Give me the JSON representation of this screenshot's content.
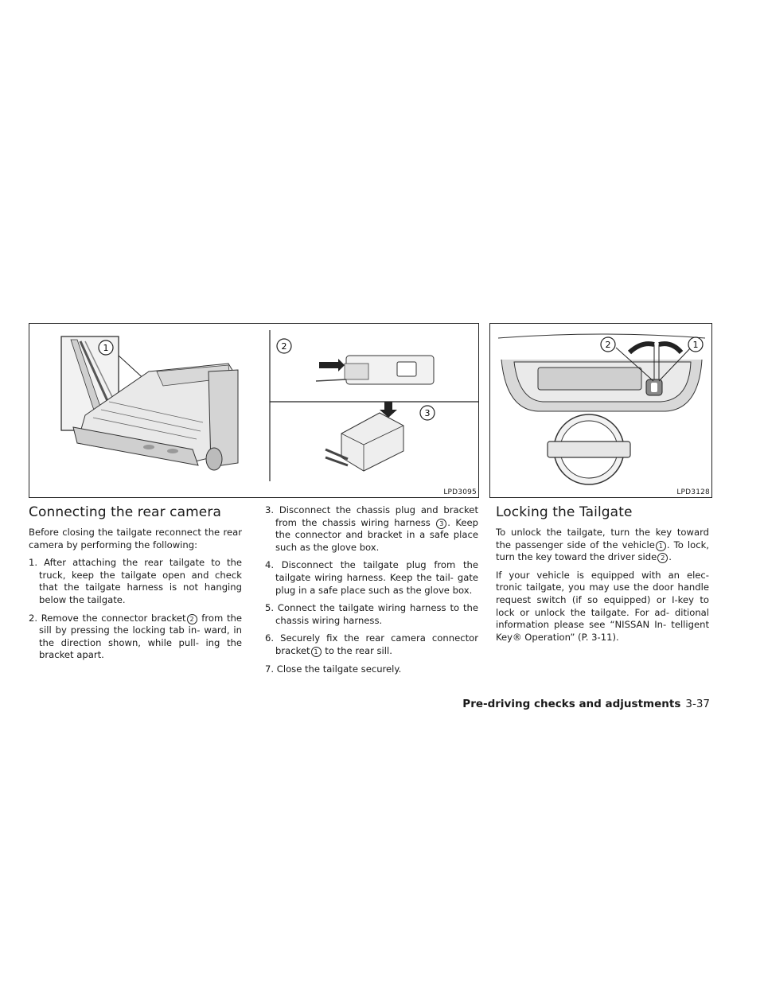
{
  "figures": {
    "left_code": "LPD3095",
    "right_code": "LPD3128",
    "left_callouts": [
      "1",
      "2",
      "3"
    ],
    "right_callouts": [
      "2",
      "1"
    ]
  },
  "left_section": {
    "title": "Connecting the rear camera",
    "intro": "Before closing the tailgate reconnect the rear camera by performing the following:",
    "step1": "1. After attaching the rear tailgate to the truck, keep the tailgate open and check that the tailgate harness is not hanging below the tailgate.",
    "step2_a": "2. Remove the connector bracket",
    "step2_ref": "2",
    "step2_b": " from the sill by pressing the locking tab in- ward, in the direction shown, while pull- ing the bracket apart.",
    "step3_a": "3. Disconnect the chassis plug and bracket from the chassis wiring harness",
    "step3_ref": "3",
    "step3_b": ". Keep the connector and bracket in a safe place such as the glove box.",
    "step4": "4. Disconnect the tailgate plug from the tailgate wiring harness. Keep the tail- gate plug in a safe place such as the glove box.",
    "step5": "5. Connect the tailgate wiring harness to the chassis wiring harness.",
    "step6_a": "6. Securely fix the rear camera connector bracket",
    "step6_ref": "1",
    "step6_b": " to the rear sill.",
    "step7": "7. Close the tailgate securely."
  },
  "right_section": {
    "title": "Locking the Tailgate",
    "p1_a": "To unlock the tailgate, turn the key toward the passenger side of the vehicle",
    "p1_ref1": "1",
    "p1_b": ". To lock, turn the key toward the driver side",
    "p1_ref2": "2",
    "p1_c": ".",
    "p2": "If your vehicle is equipped with an elec- tronic tailgate, you may use the door handle request switch (if so equipped) or I-key to lock or unlock the tailgate. For ad- ditional information please see “NISSAN In- telligent Key® Operation” (P. 3-11)."
  },
  "footer": {
    "section": "Pre-driving checks and adjustments",
    "page": "3-37"
  }
}
